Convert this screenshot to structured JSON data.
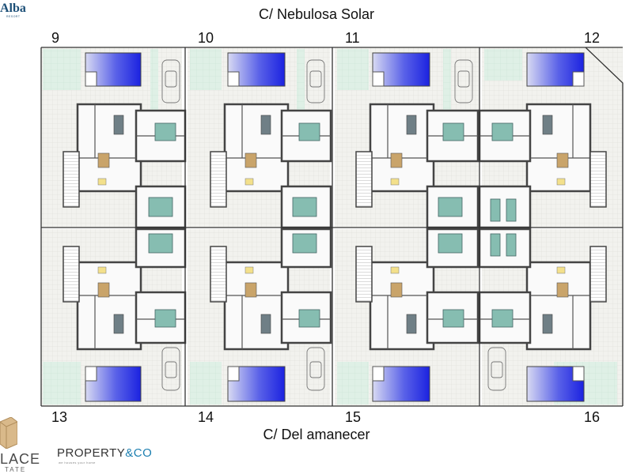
{
  "streets": {
    "top": "C/ Nebulosa Solar",
    "bottom": "C/ Del amanecer"
  },
  "plots": {
    "top": [
      "9",
      "10",
      "11",
      "12"
    ],
    "bottom": [
      "13",
      "14",
      "15",
      "16"
    ]
  },
  "logos": {
    "top_left": {
      "word": "Alba",
      "tag": "RESORT"
    },
    "bottom_left": {
      "word": "LACE",
      "word2": "TATE"
    },
    "property": {
      "word_main": "PROPERTY",
      "word_accent": "&CO",
      "tag": "we houses your home"
    }
  },
  "colors": {
    "wall": "#555555",
    "garden": "#d9ede3",
    "paving": "#f0f0ec",
    "pool_deep": "#1b22e0",
    "pool_light": "#cfd2ee",
    "bed": "#86bdb1",
    "accent_blue": "#1c4f77"
  }
}
